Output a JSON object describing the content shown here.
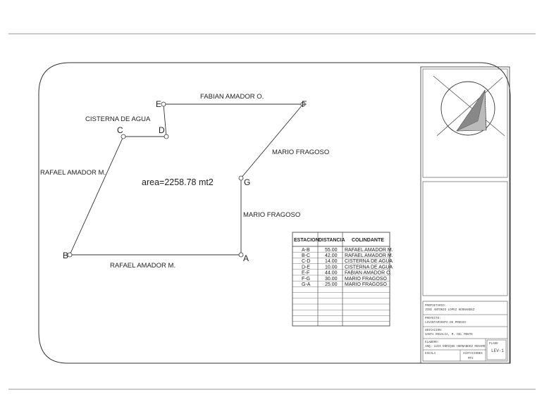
{
  "survey": {
    "area_label": "area=2258.78 mt2",
    "points": [
      {
        "id": "A",
        "name": "point-a"
      },
      {
        "id": "B",
        "name": "point-b"
      },
      {
        "id": "C",
        "name": "point-c"
      },
      {
        "id": "D",
        "name": "point-d"
      },
      {
        "id": "E",
        "name": "point-e"
      },
      {
        "id": "F",
        "name": "point-f"
      },
      {
        "id": "G",
        "name": "point-g"
      }
    ],
    "side_labels": {
      "ef": "FABIAN AMADOR O.",
      "cd": "CISTERNA DE AGUA",
      "fg": "MARIO FRAGOSO",
      "bc": "RAFAEL AMADOR M.",
      "ga": "MARIO FRAGOSO",
      "ab": "RAFAEL AMADOR M."
    }
  },
  "table": {
    "headers": [
      "ESTACION",
      "DISTANCIA",
      "COLINDANTE"
    ],
    "rows": [
      [
        "A-B",
        "55.00",
        "RAFAEL AMADOR M."
      ],
      [
        "B-C",
        "42.00",
        "RAFAEL AMADOR M."
      ],
      [
        "C-D",
        "14.00",
        "CISTERNA DE AGUA"
      ],
      [
        "D-E",
        "10.00",
        "CISTERNA DE AGUA"
      ],
      [
        "E-F",
        "44.00",
        "FABIAN AMADOR O."
      ],
      [
        "F-G",
        "30.00",
        "MARIO FRAGOSO"
      ],
      [
        "G-A",
        "25.00",
        "MARIO FRAGOSO"
      ]
    ]
  },
  "title_block": {
    "propietario_label": "PROPIETARIO:",
    "propietario_value": "JOSE ANTONIO LOPEZ HERNANDEZ",
    "proyecto_label": "PROYECTO:",
    "proyecto_value": "LEVANTAMIENTO DE PREDIO",
    "ubicacion_label": "UBICACION:",
    "ubicacion_value": "SANTA ROSALIA, M. DEL MONTE",
    "elaboro_label": "ELABORO:",
    "elaboro_value": "ARQ. LUIS ENRIQUE HERNANDEZ ROSAMO",
    "plano_label": "PLANO",
    "plano_value": "LEV-1",
    "escala_label": "ESCALA",
    "acotaciones_label": "ACOTACIONES",
    "acotaciones_value": "MTS"
  }
}
